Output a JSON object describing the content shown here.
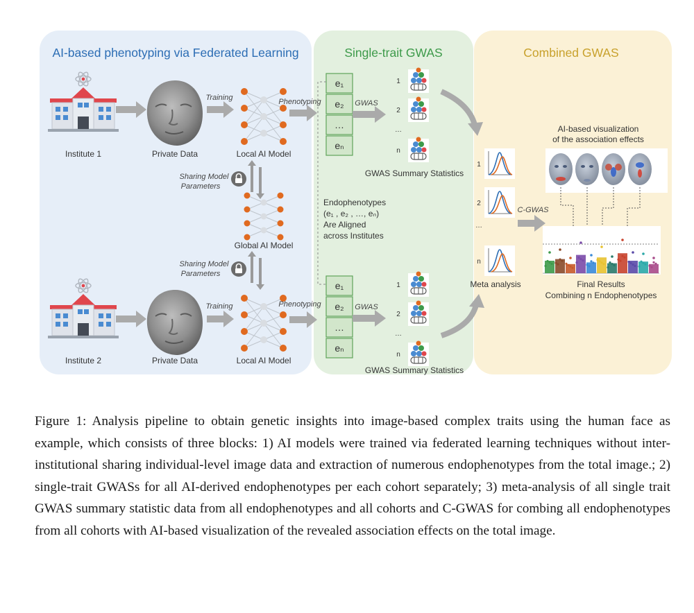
{
  "sections": {
    "federated_title": "AI-based phenotyping via Federated Learning",
    "single_title": "Single-trait GWAS",
    "combined_title": "Combined GWAS"
  },
  "institutes": [
    {
      "label": "Institute 1"
    },
    {
      "label": "Institute 2"
    }
  ],
  "labels": {
    "private_data": "Private Data",
    "local_model": "Local AI Model",
    "global_model": "Global AI Model",
    "training": "Training",
    "phenotyping": "Phenotyping",
    "sharing_line1": "Sharing Model",
    "sharing_line2": "Parameters",
    "gwas": "GWAS",
    "gwas_summary": "GWAS Summary Statistics",
    "endo_line1": "Endophenotypes",
    "endo_line2": "(e₁ , e₂ , …, eₙ)",
    "endo_line3": "Are Aligned",
    "endo_line4": "across Institutes",
    "meta_analysis": "Meta analysis",
    "cgwas": "C-GWAS",
    "viz_line1": "AI-based visualization",
    "viz_line2": "of the association effects",
    "final_line1": "Final Results",
    "final_line2": "Combining n Endophenotypes"
  },
  "endophenotypes": [
    "e₁",
    "e₂",
    "…",
    "eₙ"
  ],
  "gwas_indices": [
    "1",
    "2",
    "…",
    "n"
  ],
  "colors": {
    "blue_panel": "#e6eef8",
    "green_panel": "#e3f0df",
    "yellow_panel": "#fbf1d6",
    "blue_title": "#2c6db4",
    "green_title": "#3d9a4a",
    "yellow_title": "#c8a12c",
    "node_orange": "#e06a20",
    "arrow_gray": "#aaaaaa"
  },
  "caption": "Figure 1: Analysis pipeline to obtain genetic insights into image-based complex traits using the human face as example, which consists of three blocks: 1) AI models were trained via federated learning techniques without inter-institutional sharing individual-level image data and extraction of numerous endophenotypes from the total image.; 2) single-trait GWASs for all AI-derived endophenotypes per each cohort separately; 3) meta-analysis of all single trait GWAS summary statistic data from all endophenotypes and all cohorts and C-GWAS for combing all endophenotypes from all cohorts with AI-based visualization of the revealed association effects on the total image."
}
